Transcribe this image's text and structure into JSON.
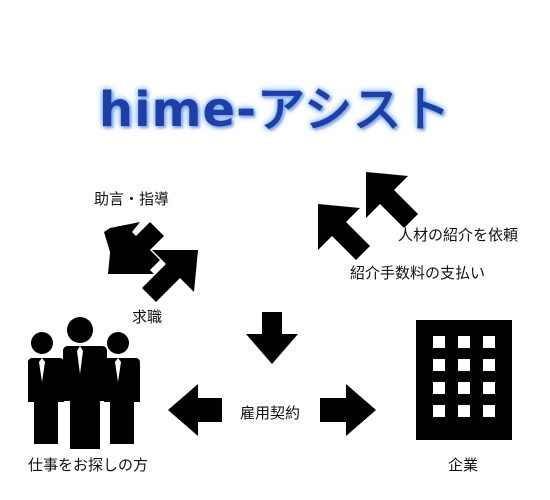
{
  "title": "hime-アシスト",
  "labels": {
    "advice": "助言・指導",
    "request_talent": "人材の紹介を依頼",
    "pay_fee": "紹介手数料の支払い",
    "job_seek": "求職",
    "employment": "雇用契約",
    "job_seekers": "仕事をお探しの方",
    "company": "企業"
  },
  "icons": {
    "people": "business-people-icon",
    "building": "office-building-icon"
  },
  "colors": {
    "title": "#1f3fa8",
    "title_glow": "#6aa6ff",
    "shapes": "#000000"
  }
}
